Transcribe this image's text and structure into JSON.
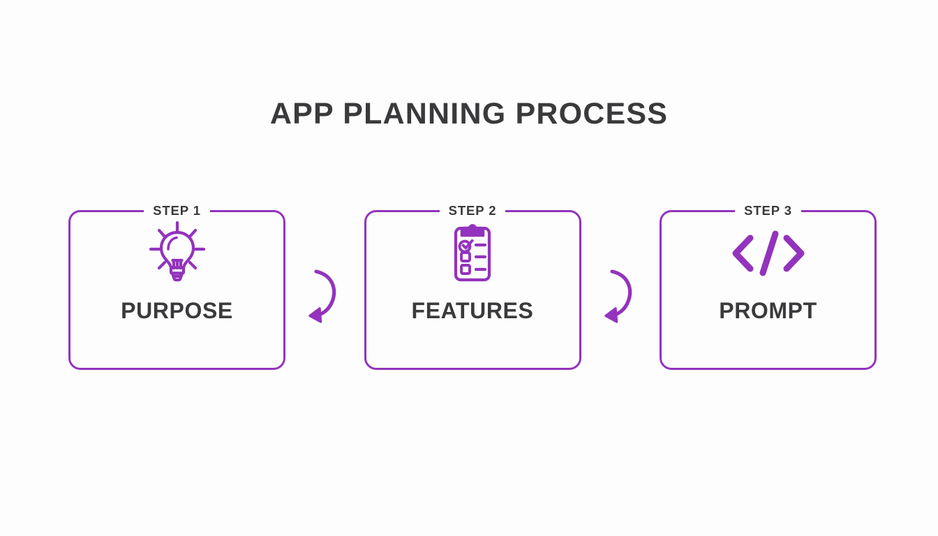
{
  "page": {
    "title": "APP PLANNING PROCESS",
    "background_color": "#fdfdfd",
    "accent_color": "#9333bd",
    "text_color": "#3a3a3c"
  },
  "steps": [
    {
      "step_label": "STEP 1",
      "name": "PURPOSE",
      "icon": "lightbulb-icon"
    },
    {
      "step_label": "STEP 2",
      "name": "FEATURES",
      "icon": "clipboard-checklist-icon"
    },
    {
      "step_label": "STEP 3",
      "name": "PROMPT",
      "icon": "code-brackets-icon"
    }
  ],
  "connectors": [
    {
      "icon": "curved-arrow-left-icon"
    },
    {
      "icon": "curved-arrow-left-icon"
    }
  ]
}
